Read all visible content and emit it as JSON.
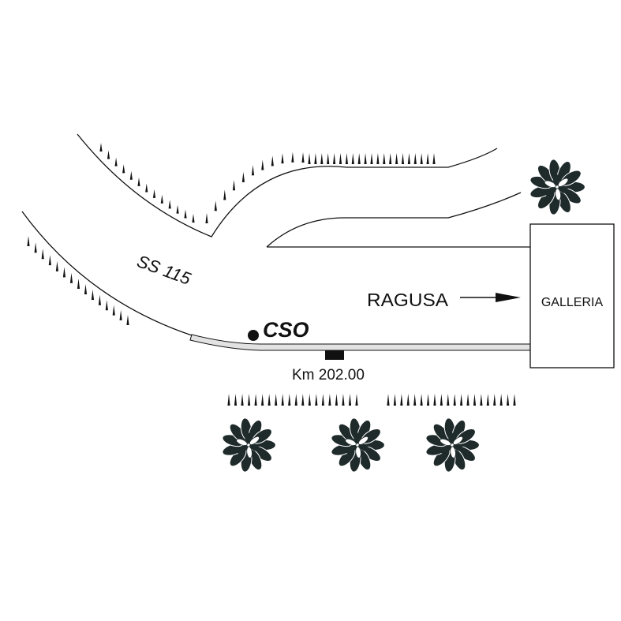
{
  "road_label": "SS 115",
  "site_label": "CSO",
  "direction_label": "RAGUSA",
  "tunnel_label": "GALLERIA",
  "kilometre_label": "Km 202.00",
  "colors": {
    "ink": "#111111",
    "shoulder_fill": "#e2e2e2",
    "foliage_dark": "#1f2a2a"
  },
  "icons": {
    "site_marker": "filled-circle",
    "km_marker": "filled-rectangle",
    "direction": "right-arrow",
    "slope": "embankment-hachure",
    "vegetation": "tree-symbol"
  }
}
